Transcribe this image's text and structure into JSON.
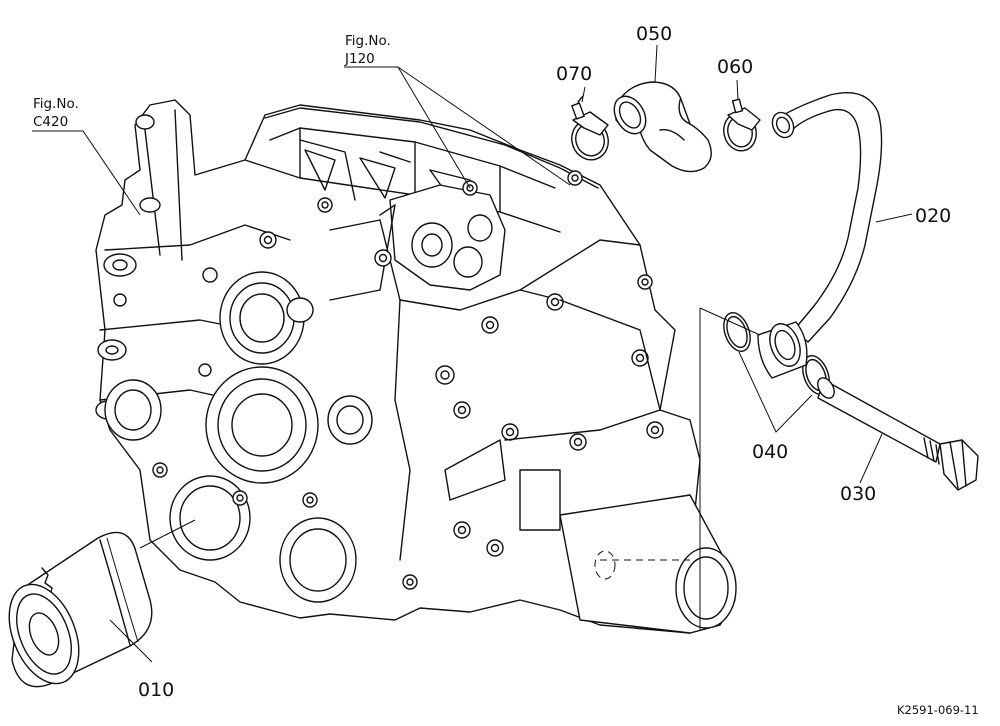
{
  "callouts": {
    "p010": "010",
    "p020": "020",
    "p030": "030",
    "p040": "040",
    "p050": "050",
    "p060": "060",
    "p070": "070"
  },
  "figure_refs": {
    "c420": {
      "line1": "Fig.No.",
      "line2": "C420"
    },
    "j120": {
      "line1": "Fig.No.",
      "line2": "J120"
    }
  },
  "drawing_code": "K2591-069-11"
}
